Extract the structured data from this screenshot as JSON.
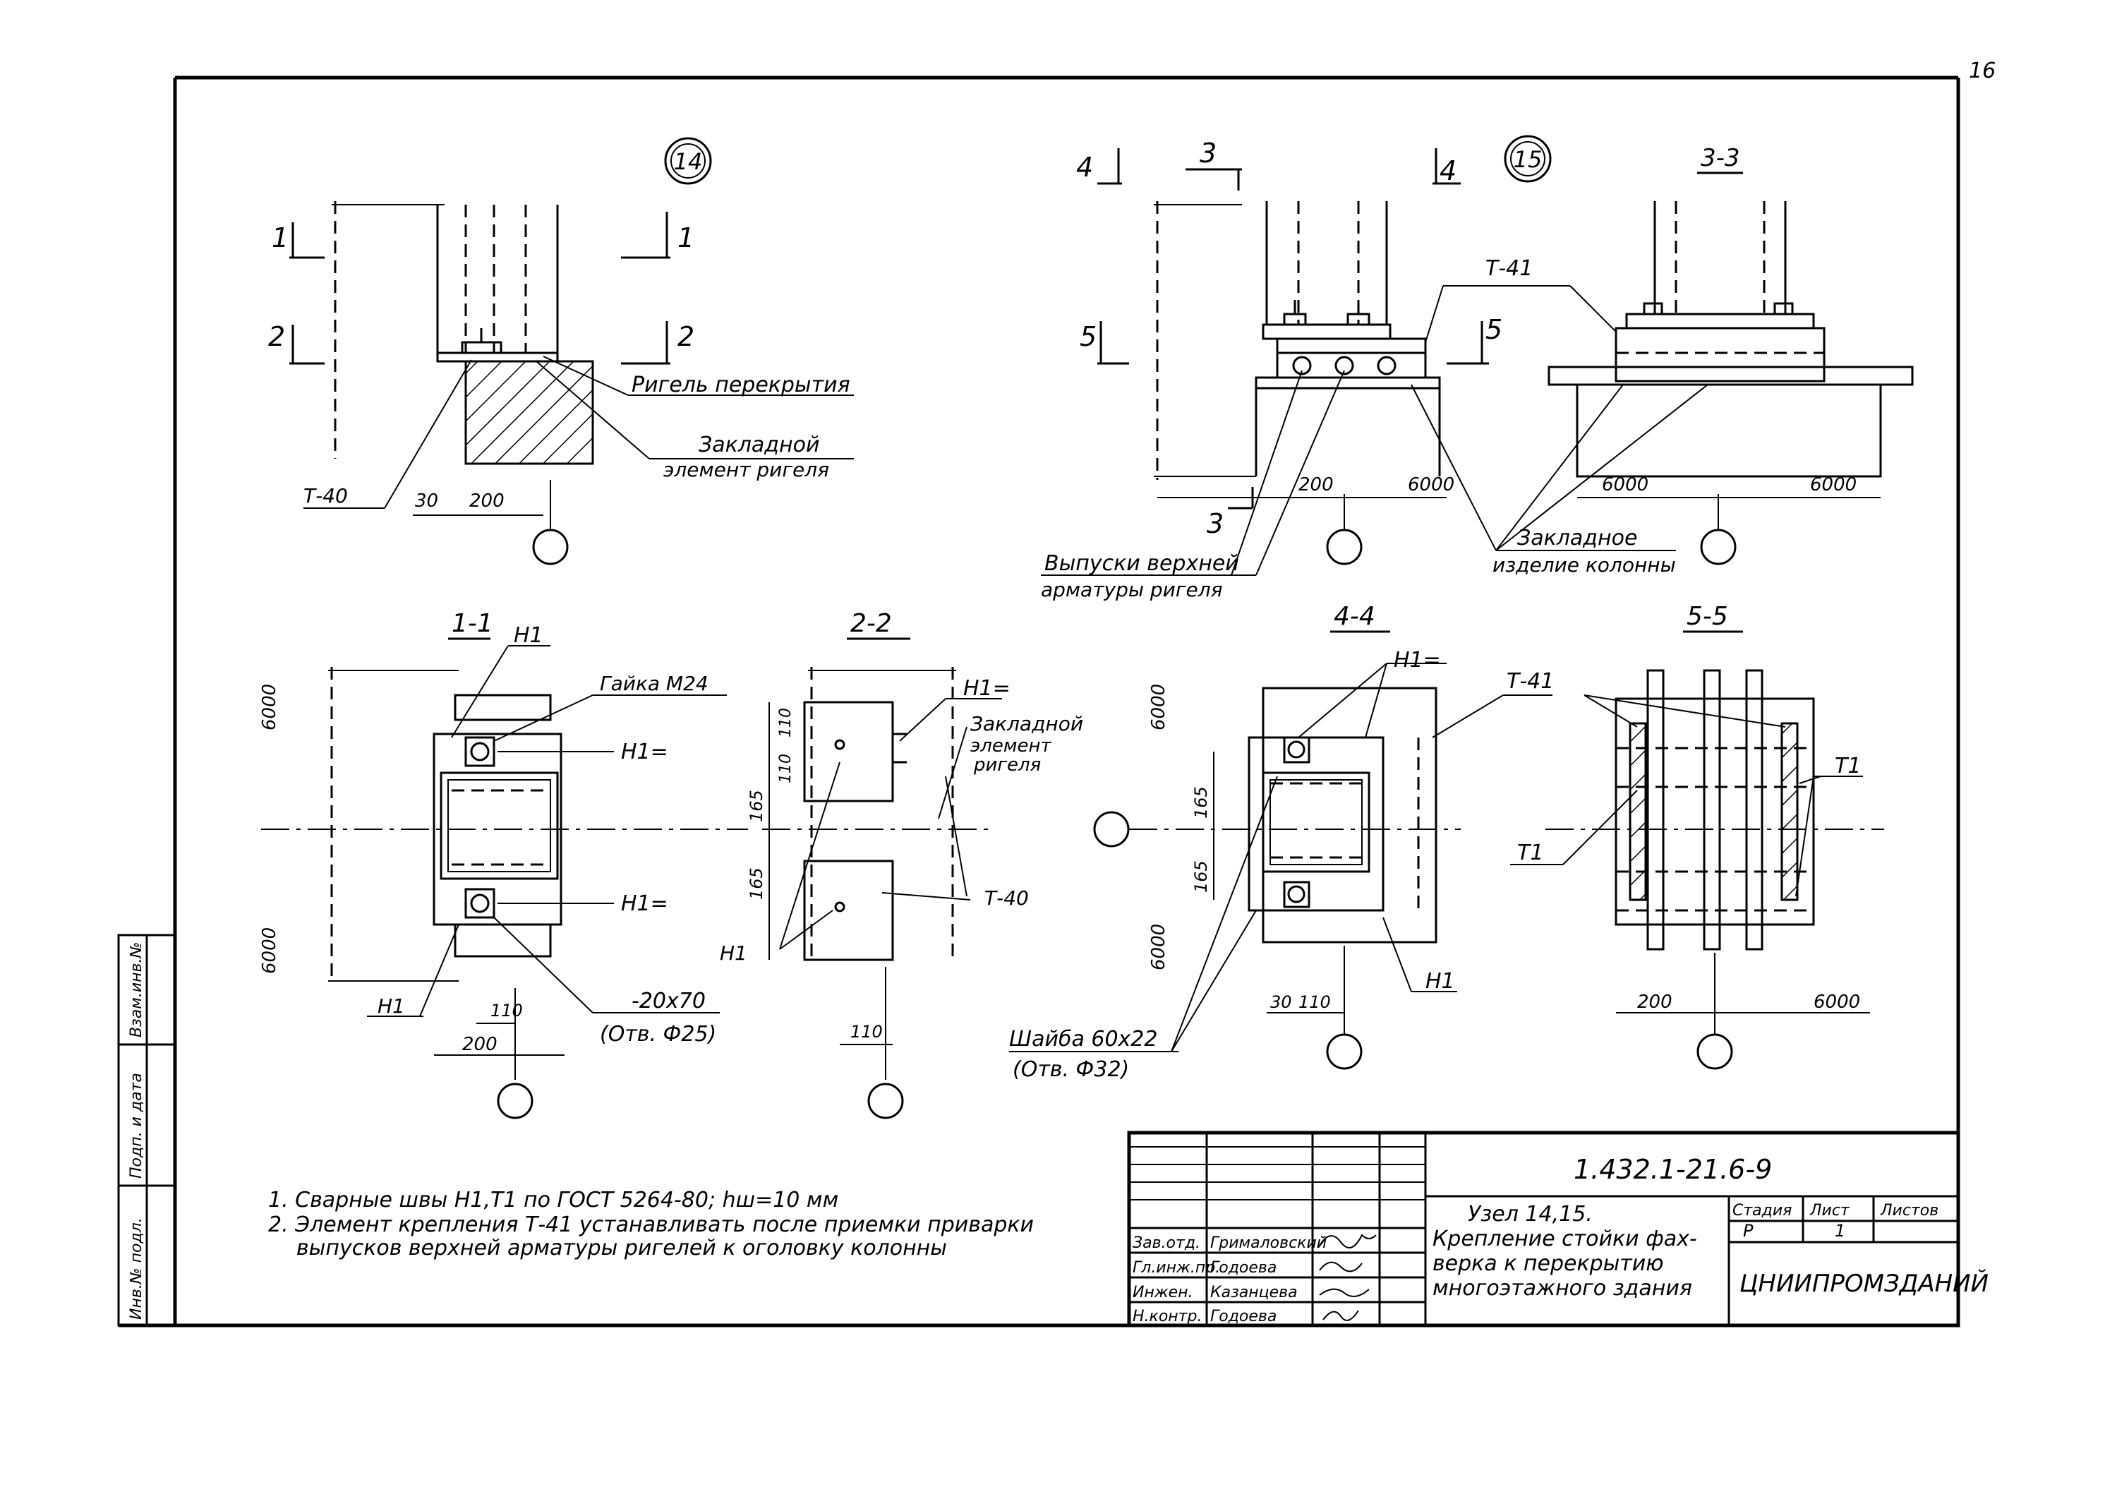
{
  "sheet": {
    "page_number": "16",
    "stamp_left": [
      "Инв.№ подл.",
      "Подп. и дата",
      "Взам.инв.№"
    ]
  },
  "node14": {
    "badge": "14",
    "cut1": "1",
    "cut2": "2",
    "label_riegel": "Ригель перекрытия",
    "label_embed_1": "Закладной",
    "label_embed_2": "элемент ригеля",
    "label_t40": "Т-40",
    "dim_30": "30",
    "dim_200": "200"
  },
  "node15": {
    "badge": "15",
    "cut3": "3",
    "cut4": "4",
    "cut5": "5",
    "label_t41": "Т-41",
    "dim_200": "200",
    "dim_6000": "6000",
    "label_outlets_1": "Выпуски верхней",
    "label_outlets_2": "арматуры ригеля",
    "label_embed_col_1": "Закладное",
    "label_embed_col_2": "изделие колонны"
  },
  "section33": {
    "title": "3-3",
    "dim_left": "6000",
    "dim_right": "6000"
  },
  "section11": {
    "title": "1-1",
    "label_h1_top": "Н1",
    "label_nut": "Гайка М24",
    "label_h1_mid": "Н1=",
    "label_h1_bot": "Н1=",
    "label_h1_left": "Н1",
    "dim_6000_top": "6000",
    "dim_6000_bot": "6000",
    "dim_110": "110",
    "dim_200": "200",
    "label_plate": "-20х70",
    "label_hole": "(Отв. Ф25)"
  },
  "section22": {
    "title": "2-2",
    "label_h1": "Н1=",
    "label_embed_1": "Закладной",
    "label_embed_2": "элемент",
    "label_embed_3": "ригеля",
    "dim_110a": "110",
    "dim_110b": "110",
    "dim_165a": "165",
    "dim_165b": "165",
    "label_t40": "Т-40",
    "label_h1_bot": "Н1",
    "dim_110_bot": "110"
  },
  "section44": {
    "title": "4-4",
    "label_h1_top": "Н1=",
    "label_t41": "Т-41",
    "dim_6000_top": "6000",
    "dim_6000_bot": "6000",
    "dim_165a": "165",
    "dim_165b": "165",
    "label_h1_bot": "Н1",
    "dim_30": "30",
    "dim_110": "110",
    "label_washer": "Шайба 60х22",
    "label_washer_hole": "(Отв. Ф32)"
  },
  "section55": {
    "title": "5-5",
    "label_t1_right": "Т1",
    "label_t1_left": "Т1",
    "dim_200": "200",
    "dim_6000": "6000"
  },
  "notes": [
    "1. Сварные швы Н1,Т1 по ГОСТ 5264-80; hш=10 мм",
    "2. Элемент крепления Т-41 устанавливать после приемки приварки",
    "выпусков верхней арматуры ригелей к оголовку колонны"
  ],
  "title_block": {
    "code": "1.432.1-21.6-9",
    "roles": [
      "Зав.отд.",
      "Гл.инж.пр.",
      "Инжен.",
      "Н.контр."
    ],
    "names": [
      "Грималовский",
      "Годоева",
      "Казанцева",
      "Годоева"
    ],
    "title_1": "Узел 14,15.",
    "title_2": "Крепление стойки фах-",
    "title_3": "верка к перекрытию",
    "title_4": "многоэтажного здания",
    "stage_label": "Стадия",
    "sheet_label": "Лист",
    "sheets_label": "Листов",
    "stage_value": "Р",
    "sheet_value": "1",
    "org": "ЦНИИПРОМЗДАНИЙ"
  }
}
